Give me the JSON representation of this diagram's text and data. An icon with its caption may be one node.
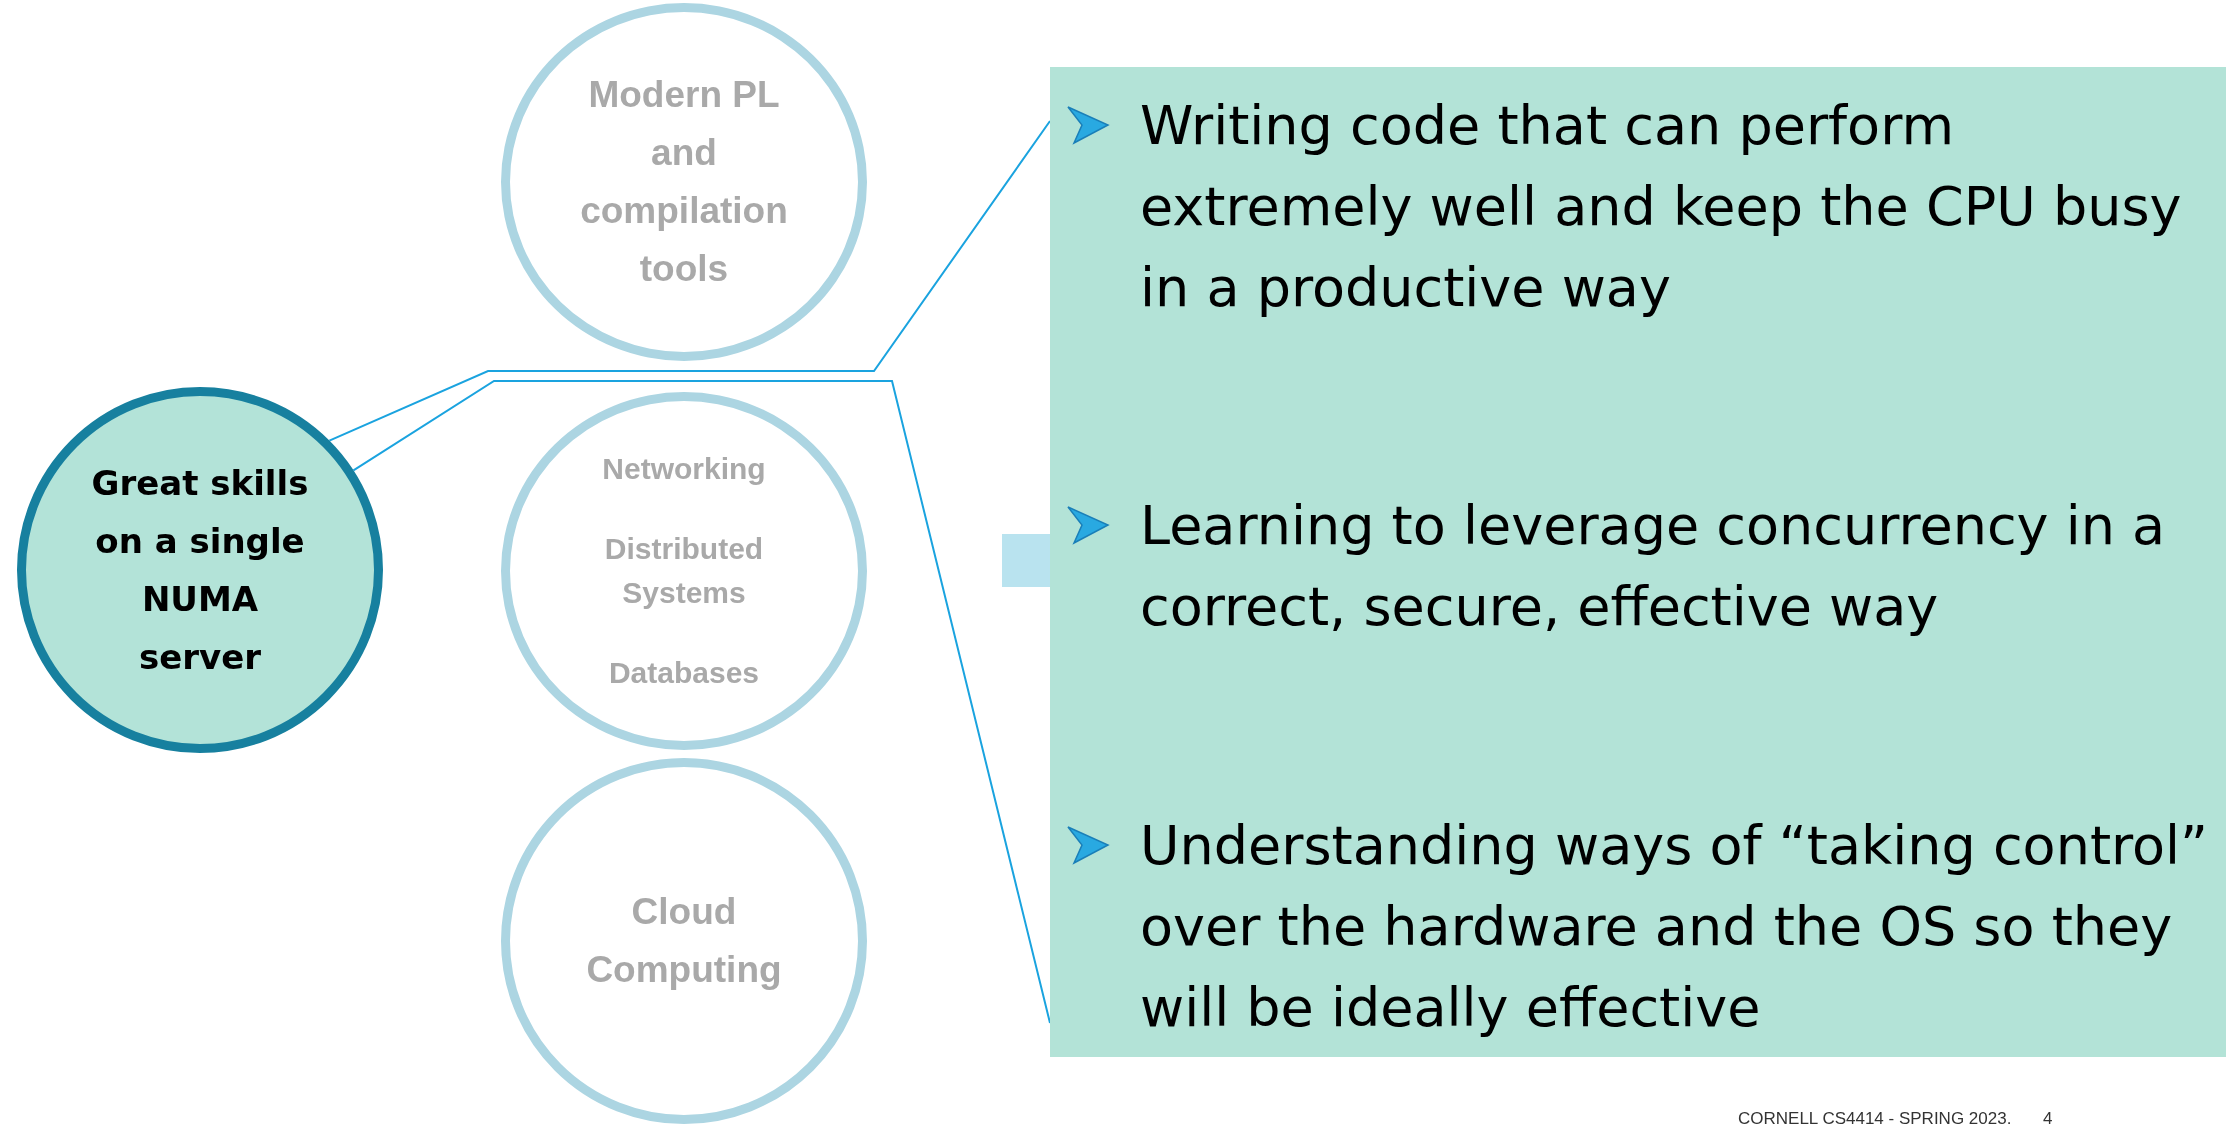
{
  "diagram": {
    "nodes": [
      {
        "text": [
          "Great skills on a single NUMA server"
        ]
      },
      {
        "text": [
          "Modern PL and compilation tools"
        ]
      },
      {
        "text": [
          "Networking",
          "Distributed Systems",
          "Databases"
        ]
      },
      {
        "text": [
          "Cloud Computing"
        ]
      },
      {
        "text": [
          "Writing code that can perform extremely well and keep the CPU busy in a productive way",
          "Learning to leverage concurrency in a correct, secure, effective way",
          "Understanding ways of “taking control” over the hardware and the OS so they will be ideally effective"
        ]
      },
      {
        "text": [],
        "shape": "box"
      }
    ],
    "edges": [
      {
        "from": 0,
        "to": 4,
        "arrow": "none"
      },
      {
        "from": 0,
        "to": 4,
        "arrow": "none"
      }
    ],
    "labels": [
      "CORNELL CS4414 - SPRING 2023.",
      "4"
    ]
  }
}
